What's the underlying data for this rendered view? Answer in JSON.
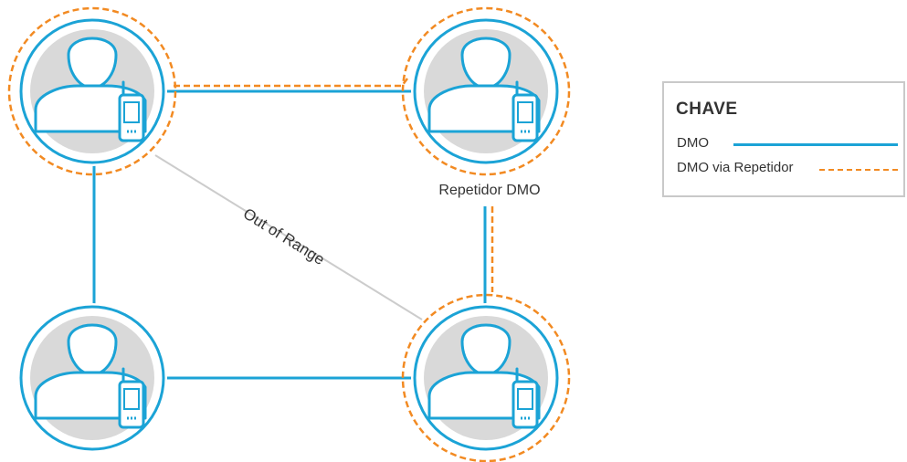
{
  "colors": {
    "link_dmo": "#1ba3d6",
    "link_repeater": "#f28a22",
    "out_of_range_line": "#cccccc",
    "person_fill": "#d8d8d8",
    "outline": "#1ba3d6",
    "text": "#333333"
  },
  "nodes": [
    {
      "id": "top-left",
      "label": "",
      "repeater_ring": true
    },
    {
      "id": "top-right",
      "label": "Repetidor DMO",
      "repeater_ring": true
    },
    {
      "id": "bottom-left",
      "label": "",
      "repeater_ring": false
    },
    {
      "id": "bottom-right",
      "label": "",
      "repeater_ring": true
    }
  ],
  "links": [
    {
      "from": "top-left",
      "to": "top-right",
      "type": "dmo"
    },
    {
      "from": "top-left",
      "to": "top-right",
      "type": "dmo-via-repeater"
    },
    {
      "from": "top-left",
      "to": "bottom-left",
      "type": "dmo"
    },
    {
      "from": "bottom-left",
      "to": "bottom-right",
      "type": "dmo"
    },
    {
      "from": "top-right",
      "to": "bottom-right",
      "type": "dmo"
    },
    {
      "from": "top-right",
      "to": "bottom-right",
      "type": "dmo-via-repeater"
    },
    {
      "from": "top-left",
      "to": "bottom-right",
      "type": "out-of-range"
    }
  ],
  "out_of_range_label": "Out of Range",
  "repeater_label": "Repetidor DMO",
  "legend": {
    "title": "CHAVE",
    "items": [
      {
        "label": "DMO",
        "style": "solid"
      },
      {
        "label": "DMO via Repetidor",
        "style": "dashed"
      }
    ]
  }
}
